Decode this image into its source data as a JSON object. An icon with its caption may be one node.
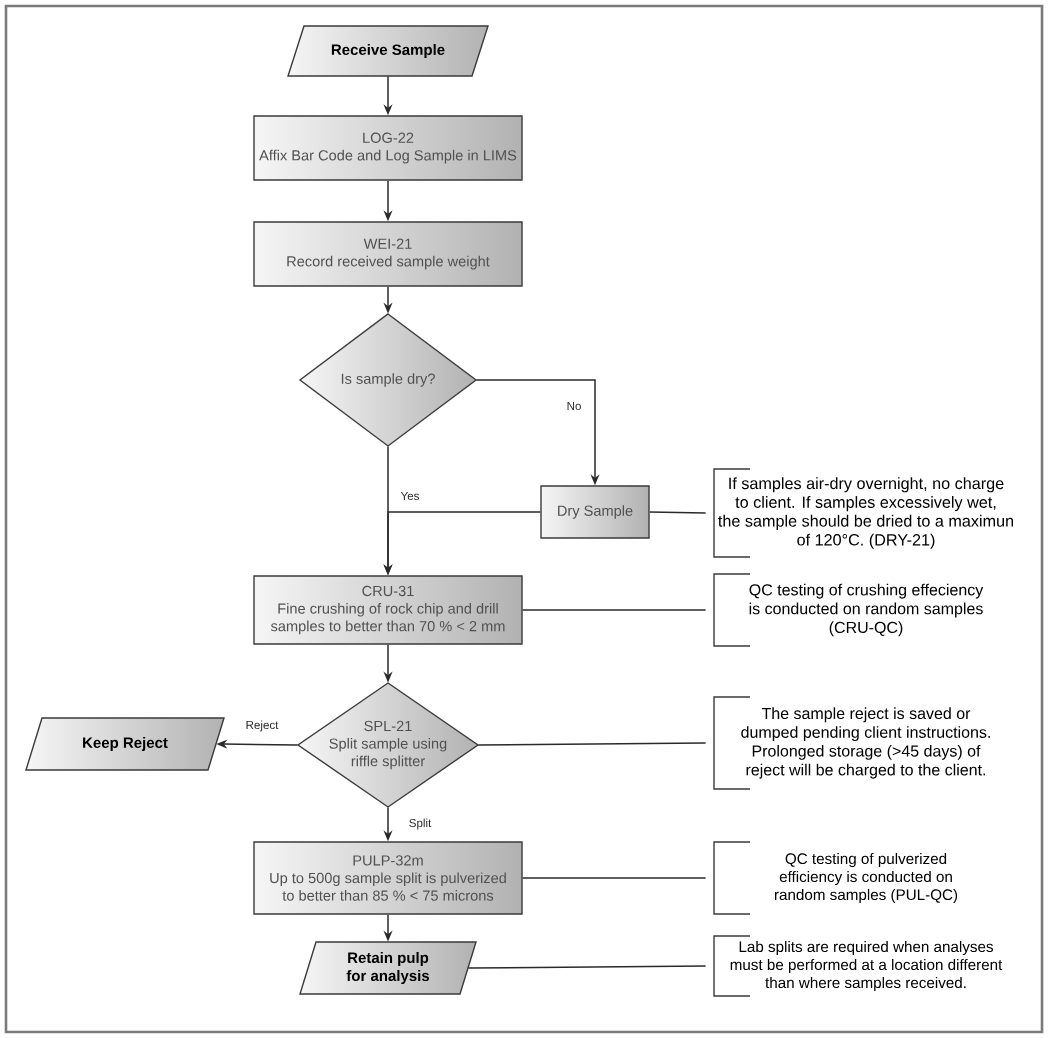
{
  "diagram": {
    "nodes": [
      {
        "text": [
          "Receive Sample"
        ]
      },
      {
        "text": [
          "LOG-22",
          "Affix Bar Code and Log Sample in LIMS"
        ]
      },
      {
        "text": [
          "WEI-21",
          "Record received sample weight"
        ]
      },
      {
        "text": [
          "Is sample dry?"
        ]
      },
      {
        "text": [
          "Dry Sample"
        ]
      },
      {
        "text": [
          "If samples air-dry overnight, no charge to client. If samples excessively wet, the sample should be dried to a maximun of 120°C. (DRY-21)"
        ]
      },
      {
        "text": [
          "CRU-31",
          "Fine crushing of rock chip and drill samples to better than 70 % < 2 mm"
        ]
      },
      {
        "text": [
          "QC testing of crushing effeciency is conducted on random samples (CRU-QC)"
        ]
      },
      {
        "text": [
          "SPL-21",
          "Split sample using riffle splitter"
        ]
      },
      {
        "text": [
          "Keep Reject"
        ]
      },
      {
        "text": [
          "The sample reject is saved or dumped pending client instructions. Prolonged storage (>45 days) of reject will be charged to the client."
        ]
      },
      {
        "text": [
          "PULP-32m",
          "Up to 500g sample split is pulverized to better than 85 % < 75 microns"
        ]
      },
      {
        "text": [
          "QC testing of pulverized efficiency is conducted on random samples (PUL-QC)"
        ]
      },
      {
        "text": [
          "Retain pulp for analysis"
        ]
      },
      {
        "text": [
          "Lab splits are required when analyses must be performed at a location different than where samples received."
        ]
      }
    ],
    "edges": [
      {
        "from": 0,
        "to": 1,
        "arrow": "to"
      },
      {
        "from": 1,
        "to": 2,
        "arrow": "to"
      },
      {
        "from": 2,
        "to": 3,
        "arrow": "to"
      },
      {
        "from": 3,
        "to": 4,
        "arrow": "to",
        "label": "No"
      },
      {
        "from": 3,
        "to": 6,
        "arrow": "to",
        "label": "Yes"
      },
      {
        "from": 4,
        "to": 6,
        "arrow": "to"
      },
      {
        "from": 4,
        "to": 5,
        "arrow": "none"
      },
      {
        "from": 6,
        "to": 7,
        "arrow": "none"
      },
      {
        "from": 6,
        "to": 8,
        "arrow": "to"
      },
      {
        "from": 8,
        "to": 9,
        "arrow": "to",
        "label": "Reject"
      },
      {
        "from": 8,
        "to": 10,
        "arrow": "none"
      },
      {
        "from": 8,
        "to": 11,
        "arrow": "to",
        "label": "Split"
      },
      {
        "from": 11,
        "to": 12,
        "arrow": "none"
      },
      {
        "from": 11,
        "to": 13,
        "arrow": "to"
      },
      {
        "from": 13,
        "to": 14,
        "arrow": "none"
      }
    ]
  }
}
